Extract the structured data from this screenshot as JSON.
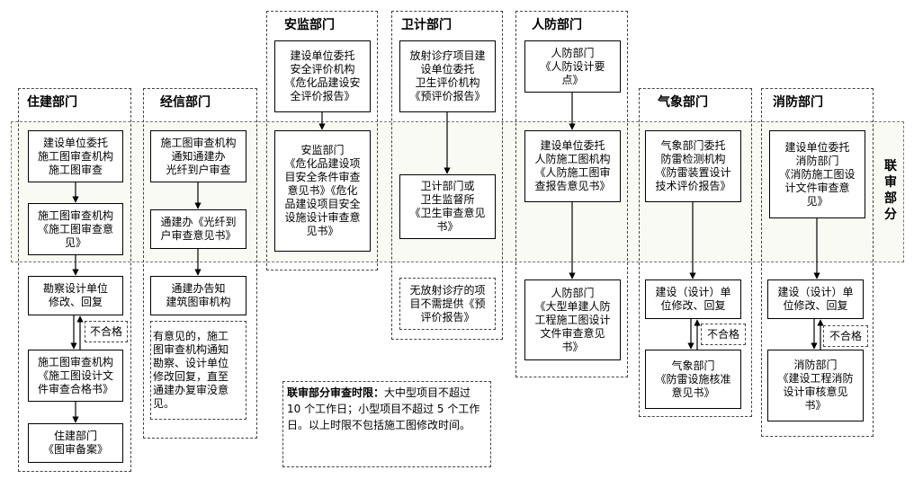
{
  "side_label": "联\n审\n部\n分",
  "columns": {
    "zhujian": {
      "title": "住建部门",
      "boxes": [
        "建设单位委托\n施工图审查机构\n施工图审查",
        "施工图审查机构\n《施工图审查意\n见》",
        "勘察设计单位\n修改、回复",
        "施工图审查机构\n《施工图设计文\n件审查合格书》",
        "住建部门\n《图审备案》"
      ],
      "fail_label": "不合格"
    },
    "jingxin": {
      "title": "经信部门",
      "boxes": [
        "施工图审查机构\n通知通建办\n光纤到户审查",
        "通建办《光纤到\n户审查意见书》",
        "通建办告知\n建筑图审机构",
        "有意见的，施工\n图审查机构通知\n勘察、设计单位\n修改回复，直至\n通建办复审没意\n见。"
      ]
    },
    "anjian": {
      "title": "安监部门",
      "boxes": [
        "建设单位委托\n安全评价机构\n《危化品建设安\n全评价报告》",
        "安监部门\n《危化品建设项\n目安全条件审查\n意见书》《危化\n品建设项目安全\n设施设计审查意\n见书》"
      ]
    },
    "weiji": {
      "title": "卫计部门",
      "boxes": [
        "放射诊疗项目建\n设单位委托\n卫生评价机构\n《预评价报告》",
        "卫计部门或\n卫生监督所\n《卫生审查意见\n书》",
        "无放射诊疗的项\n目不需提供《预\n评价报告》"
      ]
    },
    "renfang": {
      "title": "人防部门",
      "boxes": [
        "人防部门\n《人防设计要\n点》",
        "建设单位委托\n人防施工图机构\n《人防施工图审\n查报告意见书》",
        "人防部门\n《大型单建人防\n工程施工图设计\n文件审查意见\n书》"
      ]
    },
    "qixiang": {
      "title": "气象部门",
      "boxes": [
        "气象部门委托\n防雷检测机构\n《防雷装置设计\n技术评价报告》",
        "建设（设计）单\n位修改、回复",
        "气象部门\n《防雷设施核准\n意见书》"
      ],
      "fail_label": "不合格"
    },
    "xiaofang": {
      "title": "消防部门",
      "boxes": [
        "建设单位委托\n消防部门\n《消防施工图设\n计文件审查意\n见》",
        "建设（设计）单\n位修改、回复",
        "消防部门\n《建设工程消防\n设计审核意见\n书》"
      ],
      "fail_label": "不合格"
    }
  },
  "review_time": {
    "label": "联审部分审查时限：",
    "text": "大中型项目不超过 10 个工作日；小型项目不超过 5 个工作日。以上时限不包括施工图修改时间。"
  }
}
